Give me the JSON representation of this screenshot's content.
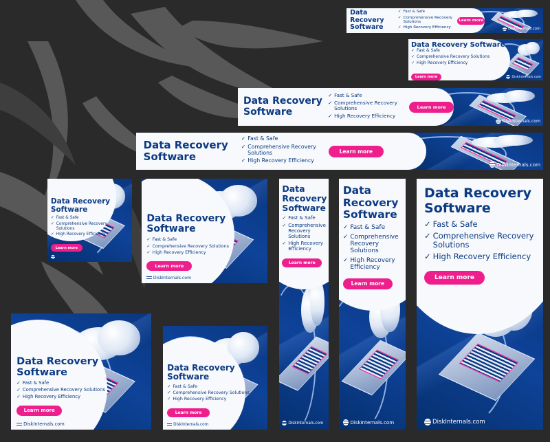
{
  "banner": {
    "title": "Data Recovery Software",
    "title_line1": "Data Recovery",
    "title_line2": "Software",
    "features": [
      "Fast & Safe",
      "Comprehensive Recovery Solutions",
      "High Recovery Efficiency"
    ],
    "check_icon": "✓",
    "cta_label": "Learn more",
    "brand": "DiskInternals.com"
  },
  "colors": {
    "navy": "#0b3a82",
    "art_blue": "#0c3b8a",
    "cta_pink": "#ee1f8d",
    "panel": "#f7f9fc",
    "background": "#2a2a2a"
  }
}
